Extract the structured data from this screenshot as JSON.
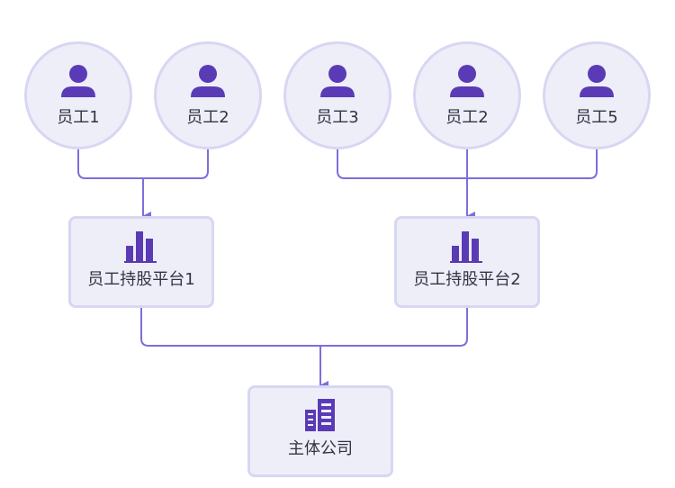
{
  "colors": {
    "node_fill": "#eeeef9",
    "node_border": "#d8d7f2",
    "icon": "#5b3bb5",
    "connector": "#7b6fdb"
  },
  "employees": [
    {
      "label": "员工1",
      "icon": "person-icon"
    },
    {
      "label": "员工2",
      "icon": "person-icon"
    },
    {
      "label": "员工3",
      "icon": "person-icon"
    },
    {
      "label": "员工2",
      "icon": "person-icon"
    },
    {
      "label": "员工5",
      "icon": "person-icon"
    }
  ],
  "platforms": [
    {
      "label": "员工持股平台1",
      "icon": "bar-chart-icon"
    },
    {
      "label": "员工持股平台2",
      "icon": "bar-chart-icon"
    }
  ],
  "company": {
    "label": "主体公司",
    "icon": "building-icon"
  }
}
